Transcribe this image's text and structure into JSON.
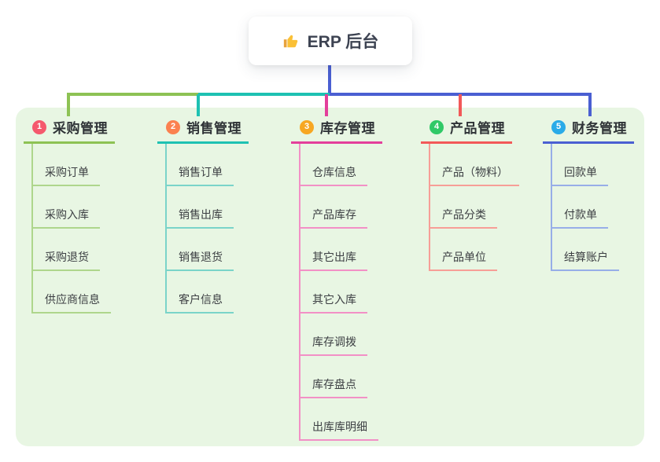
{
  "root_node": {
    "icon": "thumbs-up-icon",
    "title": "ERP 后台"
  },
  "colors": {
    "trunk": "#4a5fd2",
    "panel_bg": "#e8f6e3",
    "root_text": "#3d4352",
    "thumb_gold": "#fac036",
    "thumb_cuff": "#e8a33d"
  },
  "branches": [
    {
      "badge": "1",
      "badge_color": "#f5596d",
      "line_color": "#8dc254",
      "item_line_color": "#aed68c",
      "title": "采购管理",
      "items": [
        "采购订单",
        "采购入库",
        "采购退货",
        "供应商信息"
      ]
    },
    {
      "badge": "2",
      "badge_color": "#fb8150",
      "line_color": "#1ec1b2",
      "item_line_color": "#7ad4c9",
      "title": "销售管理",
      "items": [
        "销售订单",
        "销售出库",
        "销售退货",
        "客户信息"
      ]
    },
    {
      "badge": "3",
      "badge_color": "#f7a722",
      "line_color": "#e33f9b",
      "item_line_color": "#f290c6",
      "title": "库存管理",
      "items": [
        "仓库信息",
        "产品库存",
        "其它出库",
        "其它入库",
        "库存调拨",
        "库存盘点",
        "出库库明细"
      ]
    },
    {
      "badge": "4",
      "badge_color": "#30c967",
      "line_color": "#f25958",
      "item_line_color": "#f79e97",
      "title": "产品管理",
      "items": [
        "产品（物料）",
        "产品分类",
        "产品单位"
      ]
    },
    {
      "badge": "5",
      "badge_color": "#2aabe8",
      "line_color": "#4a5fd2",
      "item_line_color": "#97aee8",
      "title": "财务管理",
      "items": [
        "回款单",
        "付款单",
        "结算账户"
      ]
    }
  ]
}
